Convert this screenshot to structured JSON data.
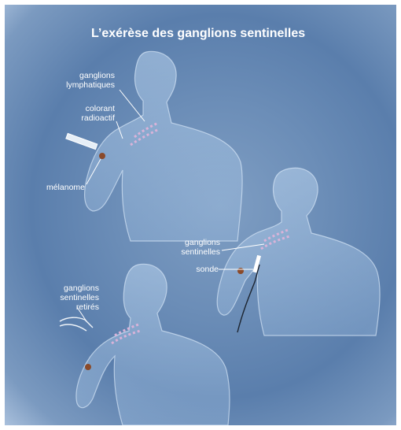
{
  "title": "L’exérèse des ganglions sentinelles",
  "labels": {
    "lymph_nodes": "ganglions\nlymphatiques",
    "radioactive_dye": "colorant\nradioactif",
    "melanoma": "mélanome",
    "sentinel_nodes": "ganglions\nsentinelles",
    "probe": "sonde",
    "removed_nodes": "ganglions\nsentinelles\nretirés"
  },
  "colors": {
    "background": "#6b8db7",
    "body": "#a9c7e6",
    "lymph_chain": "#d9b3d9",
    "melanoma": "#8a4a2a"
  }
}
